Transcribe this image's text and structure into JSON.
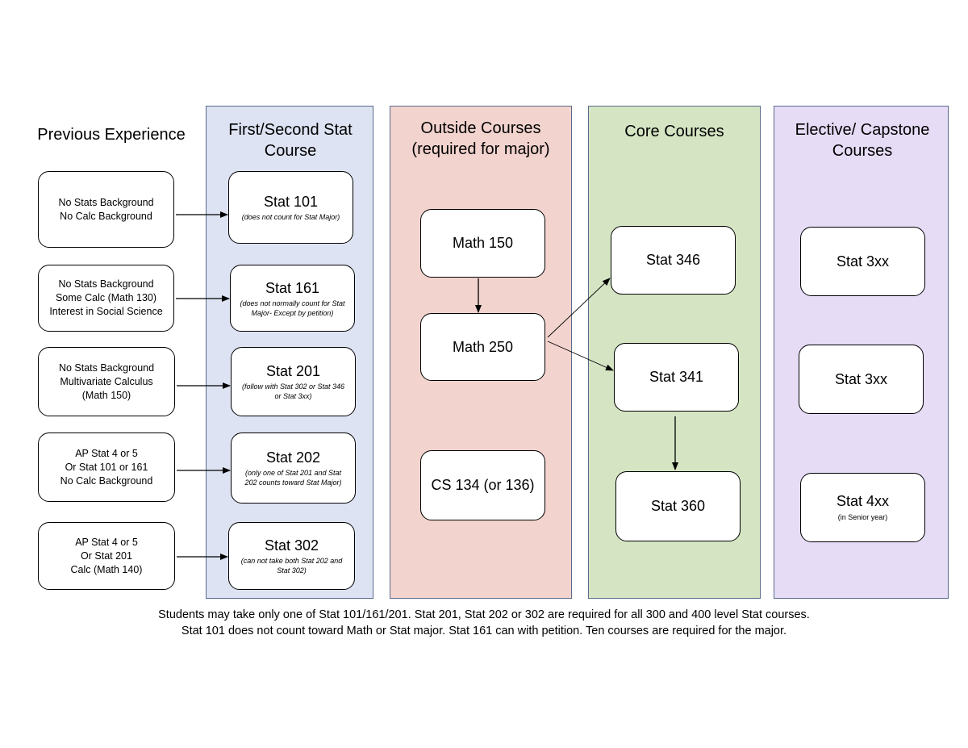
{
  "columns": {
    "previous": {
      "title": "Previous Experience"
    },
    "first_second": {
      "title": "First/Second Stat Course",
      "color": "#dde3f2"
    },
    "outside": {
      "title": "Outside Courses (required for major)",
      "color": "#f2d3ce"
    },
    "core": {
      "title": "Core Courses",
      "color": "#d5e5c4"
    },
    "elective": {
      "title": "Elective/ Capstone Courses",
      "color": "#e6dcf6"
    }
  },
  "previous_items": [
    {
      "lines": [
        "No Stats Background",
        "No Calc Background"
      ]
    },
    {
      "lines": [
        "No Stats Background",
        "Some Calc (Math 130)",
        "Interest in Social Science"
      ]
    },
    {
      "lines": [
        "No Stats Background",
        "Multivariate Calculus",
        "(Math 150)"
      ]
    },
    {
      "lines": [
        "AP Stat 4 or 5",
        "Or Stat 101 or 161",
        "No Calc Background"
      ]
    },
    {
      "lines": [
        "AP Stat 4 or 5",
        "Or Stat 201",
        "Calc (Math 140)"
      ]
    }
  ],
  "first_courses": [
    {
      "title": "Stat 101",
      "note": "(does not count for Stat Major)"
    },
    {
      "title": "Stat 161",
      "note": "(does not normally count for Stat Major- Except by petition)"
    },
    {
      "title": "Stat 201",
      "note": "(follow with Stat 302 or Stat 346 or Stat 3xx)"
    },
    {
      "title": "Stat 202",
      "note": "(only one of Stat 201 and Stat 202 counts toward Stat Major)"
    },
    {
      "title": "Stat 302",
      "note": "(can not take both Stat 202 and Stat 302)"
    }
  ],
  "outside_courses": [
    {
      "title": "Math 150"
    },
    {
      "title": "Math 250"
    },
    {
      "title": "CS 134 (or 136)"
    }
  ],
  "core_courses": [
    {
      "title": "Stat 346"
    },
    {
      "title": "Stat 341"
    },
    {
      "title": "Stat 360"
    }
  ],
  "elective_courses": [
    {
      "title": "Stat 3xx",
      "note": ""
    },
    {
      "title": "Stat 3xx",
      "note": ""
    },
    {
      "title": "Stat 4xx",
      "note": "(in Senior year)"
    }
  ],
  "footer": {
    "line1": "Students may take only one of Stat 101/161/201. Stat 201, Stat 202 or 302 are required for all 300 and 400 level Stat courses.",
    "line2": "Stat 101 does not count toward Math or Stat major. Stat 161 can with petition. Ten courses are required for the major."
  }
}
